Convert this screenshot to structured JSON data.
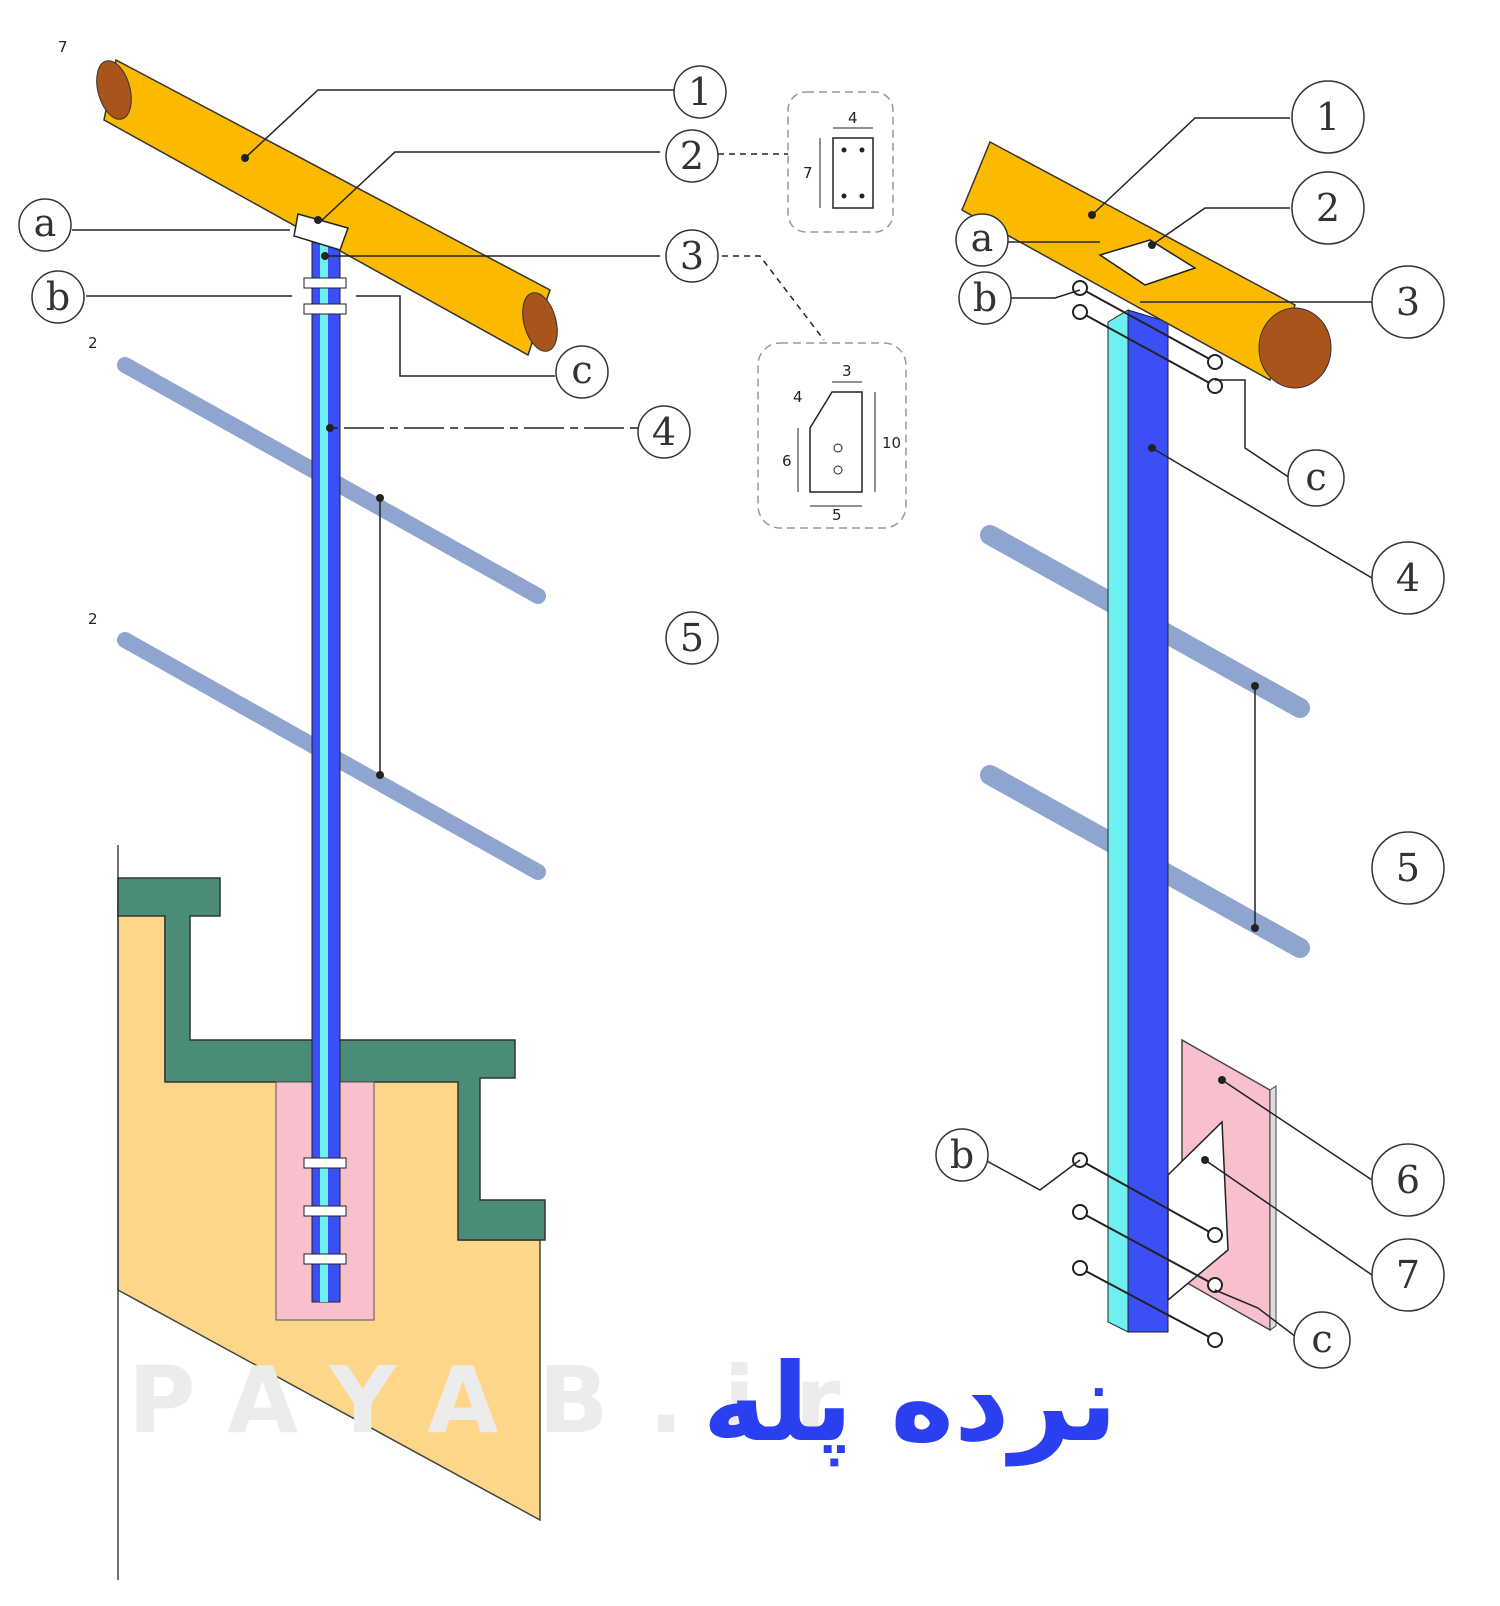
{
  "colors": {
    "handrail": "#fbba00",
    "handrail_end": "#a8541a",
    "post": "#3a4ff5",
    "post_edge": "#6ff0f0",
    "bar": "#8fa5d0",
    "stair_fill": "#fdd68a",
    "finish": "#4a8c78",
    "embed": "#f8c0cc",
    "title": "#2a3ff0",
    "watermark": "#ececec"
  },
  "left_view": {
    "callouts": {
      "c1": "1",
      "c2": "2",
      "c3": "3",
      "c4": "4",
      "c5": "5",
      "ca": "a",
      "cb": "b",
      "cc": "c"
    },
    "dims": {
      "rail_dia": "7",
      "bar_dia_1": "2",
      "bar_dia_2": "2"
    }
  },
  "detail_2": {
    "width": "4",
    "height": "7"
  },
  "detail_3": {
    "top": "3",
    "chamfer": "4",
    "side": "6",
    "height": "10",
    "bottom": "5"
  },
  "right_view": {
    "callouts": {
      "c1": "1",
      "c2": "2",
      "c3": "3",
      "c4": "4",
      "c5": "5",
      "c6": "6",
      "c7": "7",
      "ca": "a",
      "cb_top": "b",
      "cc_top": "c",
      "cb_bottom": "b",
      "cc_bottom": "c"
    }
  },
  "watermark": "PAYAB.ir",
  "title": "نرده پله"
}
